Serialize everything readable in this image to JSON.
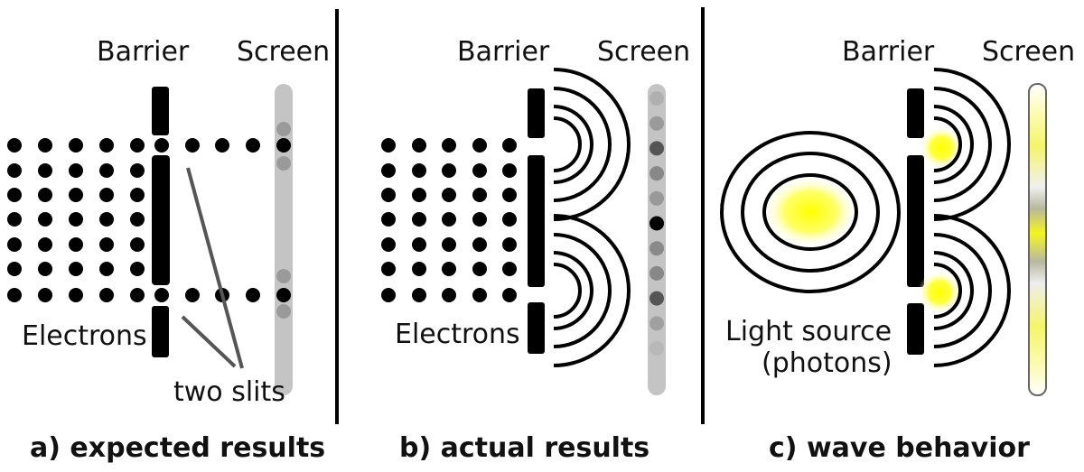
{
  "panels": [
    {
      "id": "a",
      "barrier_label": "Barrier",
      "screen_label": "Screen",
      "source_label": "Electrons",
      "annotation": "two slits",
      "caption": "a) expected results",
      "screen_color": "#c4c4c4",
      "screen_spots": [
        {
          "row": -1,
          "shade": "#9a9a9a"
        },
        {
          "row": 0,
          "shade": "#000000"
        },
        {
          "row": 1,
          "shade": "#9a9a9a"
        }
      ]
    },
    {
      "id": "b",
      "barrier_label": "Barrier",
      "screen_label": "Screen",
      "source_label": "Electrons",
      "caption": "b) actual results",
      "screen_color": "#c4c4c4",
      "screen_spots": [
        "#b0b0b0",
        "#9a9a9a",
        "#555555",
        "#888888",
        "#999999",
        "#000000",
        "#8a8a8a",
        "#888888",
        "#555555",
        "#a0a0a0",
        "#b8b8b8"
      ]
    },
    {
      "id": "c",
      "barrier_label": "Barrier",
      "screen_label": "Screen",
      "source_label_line1": "Light source",
      "source_label_line2": "(photons)",
      "caption": "c) wave behavior",
      "glow_color": "#ffff00"
    }
  ],
  "colors": {
    "ink": "#000000",
    "pointer": "#555555",
    "divider": "#000000"
  }
}
